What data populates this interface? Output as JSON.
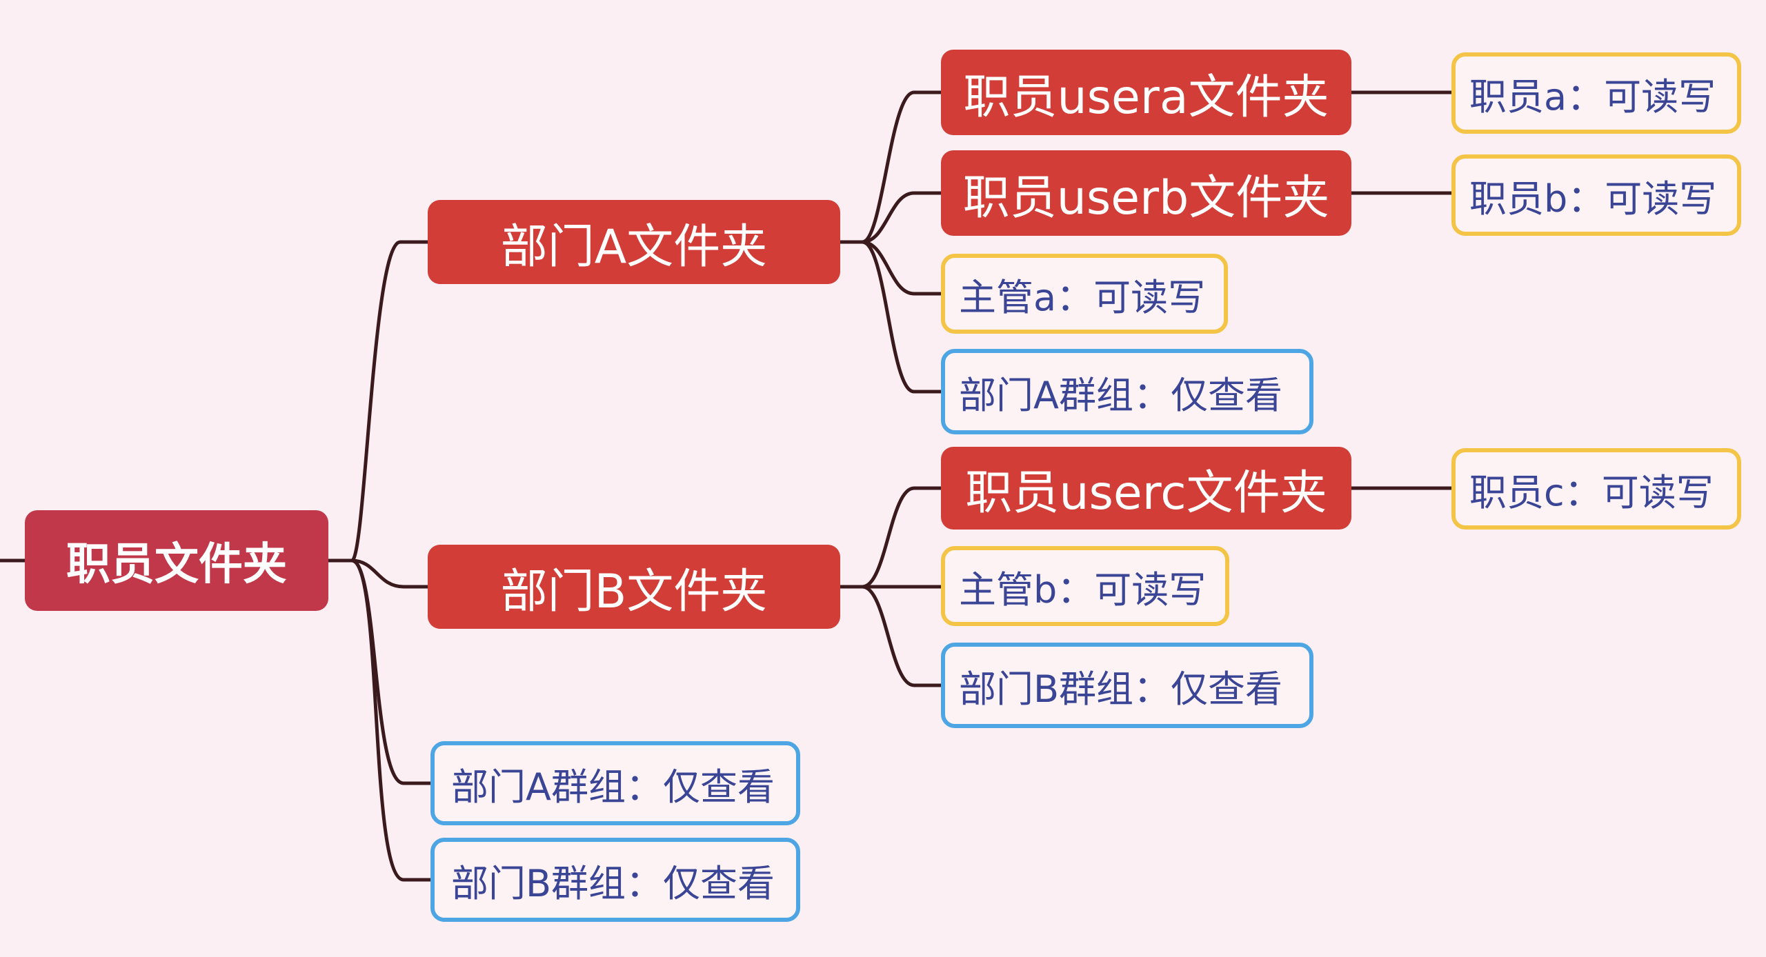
{
  "colors": {
    "background": "#fbeff3",
    "root_fill": "#c2384b",
    "folder_fill": "#d33d37",
    "read_write_border": "#f4c447",
    "read_only_border": "#4da6e3",
    "permission_text": "#3b4596",
    "connector": "#3a1a1c"
  },
  "mindmap": {
    "root": "职员文件夹",
    "dept_a": {
      "label": "部门A文件夹",
      "usera": {
        "label": "职员usera文件夹",
        "perm": "职员a：可读写"
      },
      "userb": {
        "label": "职员userb文件夹",
        "perm": "职员b：可读写"
      },
      "manager": "主管a：可读写",
      "group": "部门A群组：仅查看"
    },
    "dept_b": {
      "label": "部门B文件夹",
      "userc": {
        "label": "职员userc文件夹",
        "perm": "职员c：可读写"
      },
      "manager": "主管b：可读写",
      "group": "部门B群组：仅查看"
    },
    "root_group_a": "部门A群组：仅查看",
    "root_group_b": "部门B群组：仅查看"
  }
}
